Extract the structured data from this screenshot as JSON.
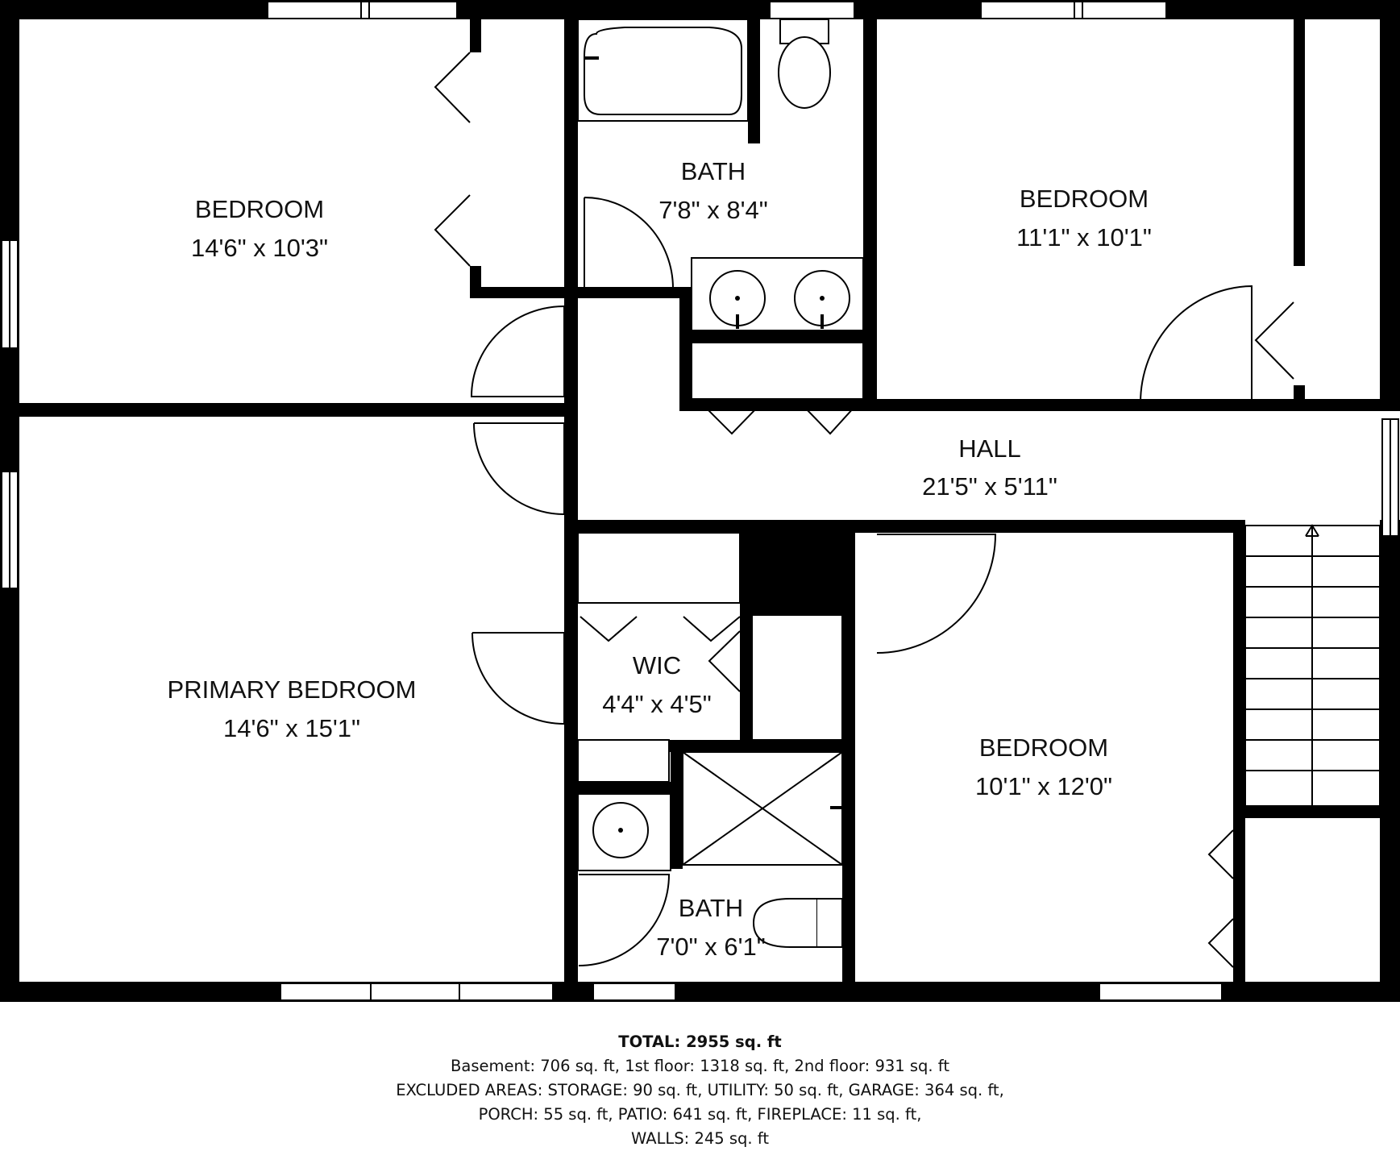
{
  "rooms": {
    "bedroom_nw": {
      "name": "BEDROOM",
      "dims": "14'6\" x 10'3\""
    },
    "bath_upper": {
      "name": "BATH",
      "dims": "7'8\" x 8'4\""
    },
    "bedroom_ne": {
      "name": "BEDROOM",
      "dims": "11'1\" x 10'1\""
    },
    "hall": {
      "name": "HALL",
      "dims": "21'5\" x 5'11\""
    },
    "primary_bedroom": {
      "name": "PRIMARY BEDROOM",
      "dims": "14'6\" x 15'1\""
    },
    "wic": {
      "name": "WIC",
      "dims": "4'4\" x 4'5\""
    },
    "bedroom_se": {
      "name": "BEDROOM",
      "dims": "10'1\" x 12'0\""
    },
    "bath_lower": {
      "name": "BATH",
      "dims": "7'0\" x 6'1\""
    }
  },
  "summary": {
    "total": "TOTAL: 2955 sq. ft",
    "line1": "Basement: 706 sq. ft, 1st floor: 1318 sq. ft, 2nd floor: 931 sq. ft",
    "line2": "EXCLUDED AREAS: STORAGE: 90 sq. ft, UTILITY: 50 sq. ft, GARAGE: 364 sq. ft,",
    "line3": "PORCH: 55 sq. ft, PATIO: 641 sq. ft, FIREPLACE: 11 sq. ft,",
    "line4": "WALLS: 245 sq. ft"
  }
}
